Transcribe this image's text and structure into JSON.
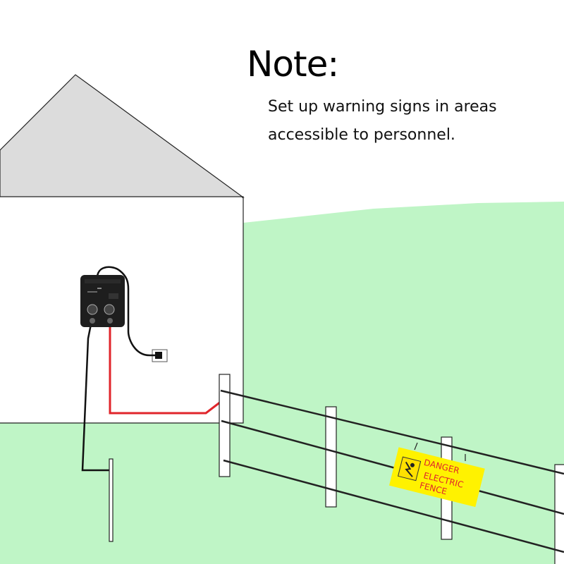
{
  "note": {
    "title": "Note:",
    "line1": "Set up warning signs in areas",
    "line2": "accessible to personnel."
  },
  "sign": {
    "line1": "DANGER",
    "line2": "ELECTRIC",
    "line3": "FENCE",
    "icon": "electric-shock-hazard-icon"
  },
  "colors": {
    "grass": "#bff5c6",
    "roof": "#dcdcdc",
    "wall": "#ffffff",
    "live_wire": "#e0252b",
    "ground_wire": "#111111",
    "sign_bg": "#fff200",
    "sign_text": "#e0252b",
    "energizer": "#1e1e1e"
  }
}
